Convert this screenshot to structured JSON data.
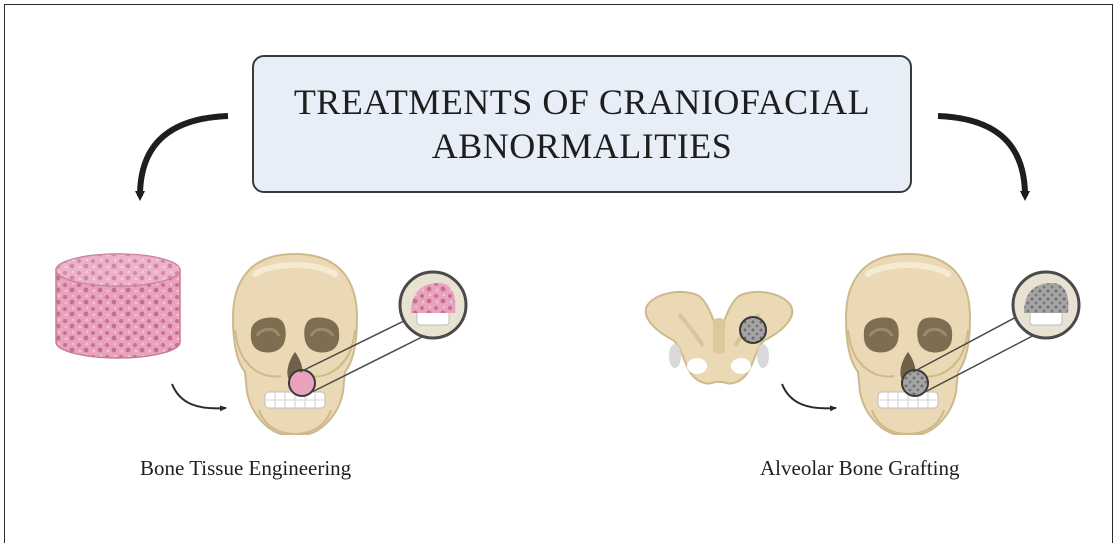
{
  "title": {
    "line1": "TREATMENTS OF CRANIOFACIAL",
    "line2": "ABNORMALITIES"
  },
  "captions": {
    "left": "Bone Tissue Engineering",
    "right": "Alveolar Bone Grafting"
  },
  "colors": {
    "title_box_fill": "#e8eef8",
    "bone": "#ead9b4",
    "scaffold_pink": "#e8a2bd",
    "graft_gray": "#9a9a9a"
  },
  "icons": [
    "curved-arrow-icon",
    "scaffold-icon",
    "skull-icon",
    "magnifier-icon",
    "pelvis-icon"
  ]
}
